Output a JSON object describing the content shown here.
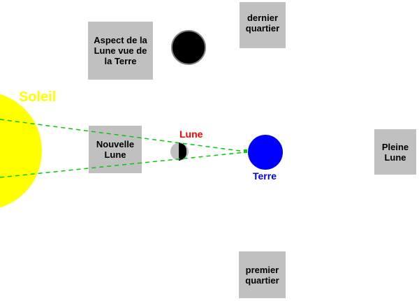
{
  "diagram": {
    "title_hint": "Moon phases diagram (French)",
    "labels": {
      "soleil": "Soleil",
      "lune": "Lune",
      "terre": "Terre"
    },
    "boxes": {
      "aspect": {
        "lines": [
          "Aspect de la",
          "Lune vue de",
          "la Terre"
        ]
      },
      "dernier": {
        "lines": [
          "dernier",
          "quartier"
        ]
      },
      "nouvelle": {
        "lines": [
          "Nouvelle",
          "Lune"
        ]
      },
      "pleine": {
        "lines": [
          "Pleine",
          "Lune"
        ]
      },
      "premier": {
        "lines": [
          "premier",
          "quartier"
        ]
      }
    },
    "colors": {
      "background": "#ffffff",
      "sun": "#ffff00",
      "earth": "#0000ff",
      "moon_lit": "#c0c0c0",
      "moon_shadow": "#000000",
      "aspect_moon": "#000000",
      "aspect_moon_rim": "#808080",
      "label_box": "#c0c0c0",
      "box_text": "#000000",
      "soleil_label": "#ffff00",
      "lune_label": "#ff0000",
      "terre_label": "#0000ff",
      "rays": "#00cc00"
    }
  }
}
